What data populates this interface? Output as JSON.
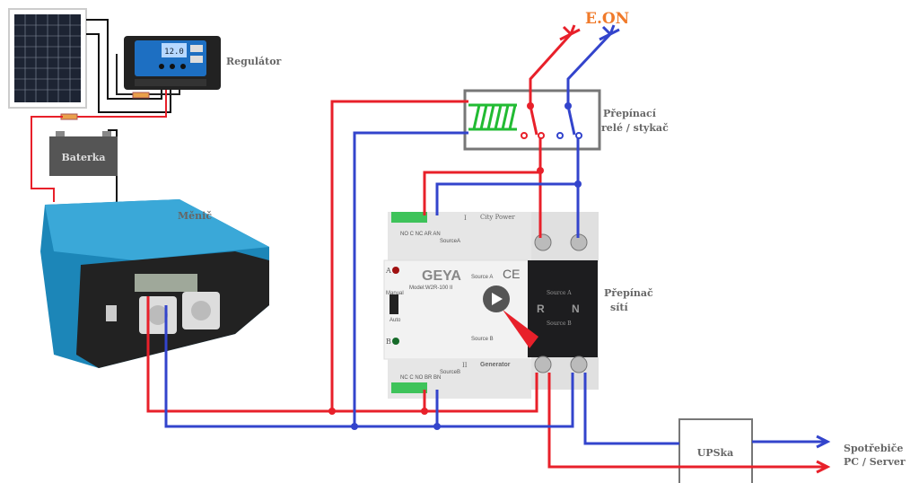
{
  "labels": {
    "grid": "E.ON",
    "regulator": "Regulátor",
    "battery": "Baterka",
    "inverter": "Měnič",
    "relay_line1": "Přepínací",
    "relay_line2": "relé / stykač",
    "switch_line1": "Přepínač",
    "switch_line2": "sítí",
    "ups": "UPSka",
    "load_line1": "Spotřebiče",
    "load_line2": "PC / Server"
  },
  "regulator_display": "12.0",
  "ats": {
    "brand": "GEYA",
    "model": "Model:W2R-100 II",
    "city_power": "City Power",
    "generator": "Generator",
    "source_a": "Source A",
    "source_b": "Source B",
    "source_a_term": "SourceA",
    "source_b_term": "SourceB",
    "terms_top": "NO C NC AR AN",
    "terms_bottom": "NC C NO BR BN",
    "r": "R",
    "n": "N",
    "manual": "Manual",
    "auto": "Auto",
    "led_a": "A",
    "led_b": "B",
    "roman_1": "I",
    "roman_2": "II",
    "ce": "CE"
  },
  "colors": {
    "phase": "#e8202a",
    "neutral": "#3344cc",
    "grid_label": "#f07a2a",
    "box": "#777777",
    "coil": "#22bb33"
  }
}
